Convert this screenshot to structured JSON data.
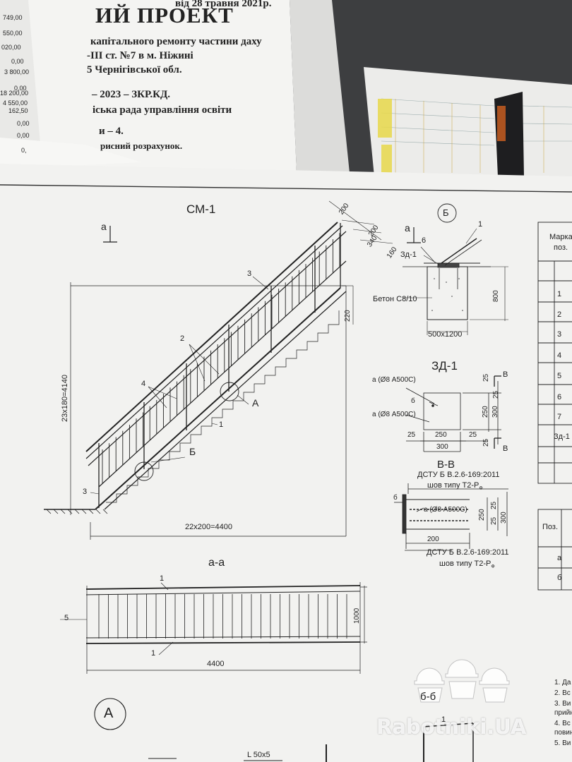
{
  "top_doc": {
    "date_line": "від 28 травня 2021р.",
    "title": "ИЙ ПРОЕКТ",
    "line1": "капітального ремонту частини даху",
    "line2": "-III ст. №7   в м. Ніжині",
    "line3": "5 Чернігівської обл.",
    "line4": "– 2023 – ЗКР.КД.",
    "line5": "іська рада управління освіти",
    "line6": "и – 4.",
    "line7": "рисний розрахунок."
  },
  "left_sheet_numbers": [
    "749,00",
    "550,00",
    "020,00",
    "0,00",
    "3 800,00",
    "0,00",
    "18 200,00",
    "4 550,00",
    "162,50",
    "0,00",
    "0,00",
    "0,"
  ],
  "drawing": {
    "cm1_title": "СМ-1",
    "section_a_marker": "а",
    "dim_200a": "200",
    "dim_200b": "200",
    "dim_340": "340",
    "dim_160": "160",
    "dim_220": "220",
    "dim_height": "23х180=4140",
    "dim_length": "22х200=4400",
    "callout_A": "А",
    "callout_B": "Б",
    "pos_1": "1",
    "pos_2": "2",
    "pos_3": "3",
    "pos_3b": "3",
    "pos_4": "4",
    "pos_1b": "1",
    "aa_title": "а-а",
    "aa_pos1_top": "1",
    "aa_pos1_bot": "1",
    "aa_pos5": "5",
    "aa_dim_1000": "1000",
    "aa_dim_4400": "4400",
    "circle_A": "А",
    "b_circle": "Б",
    "b_a_marker": "а",
    "b_pos6": "6",
    "b_pos1": "1",
    "b_zd1": "Зд-1",
    "b_concrete": "Бетон С8/10",
    "b_dim_800": "800",
    "b_dim_500x1200": "500х1200",
    "zd1_title": "ЗД-1",
    "zd1_a1": "а (Ø8 А500С)",
    "zd1_b": "б",
    "zd1_a2": "а (Ø8 А500С)",
    "zd1_25a": "25",
    "zd1_250": "250",
    "zd1_25b": "25",
    "zd1_300": "300",
    "zd1_25c": "25",
    "zd1_250v": "250",
    "zd1_300v": "300",
    "zd1_25v": "25",
    "zd1_25v2": "25",
    "zd1_B1": "В",
    "zd1_B2": "В",
    "vv_title": "В-В",
    "vv_dstu1": "ДСТУ Б В.2.6-169:2011",
    "vv_weld1": "шов типу Т2-Р",
    "vv_b": "б",
    "vv_a": "а (Ø8 А500С)",
    "vv_200": "200",
    "vv_250": "250",
    "vv_300": "300",
    "vv_25a": "25",
    "vv_25b": "25",
    "vv_dstu2": "ДСТУ Б В.2.6-169:2011",
    "vv_weld2": "шов типу Т2-Р",
    "bb_title": "б-б",
    "bb_pos1": "1",
    "l50": "L 50х5"
  },
  "table": {
    "header1": "Марка,",
    "header2": "поз.",
    "rows": [
      "1",
      "2",
      "3",
      "4",
      "5",
      "6",
      "7",
      "Зд-1"
    ]
  },
  "table2": {
    "header": "Поз.",
    "rows": [
      "а",
      "б"
    ]
  },
  "notes": [
    "1. Да",
    "2. Вс",
    "3. Ви",
    "прийн",
    "4. Вс",
    "повин",
    "5. Ви"
  ],
  "watermark": "Rabotniki.UA",
  "colors": {
    "desk": "#3d3e40",
    "paper": "#f2f2f0",
    "ink": "#222222",
    "yellow": "#e8d84a"
  }
}
